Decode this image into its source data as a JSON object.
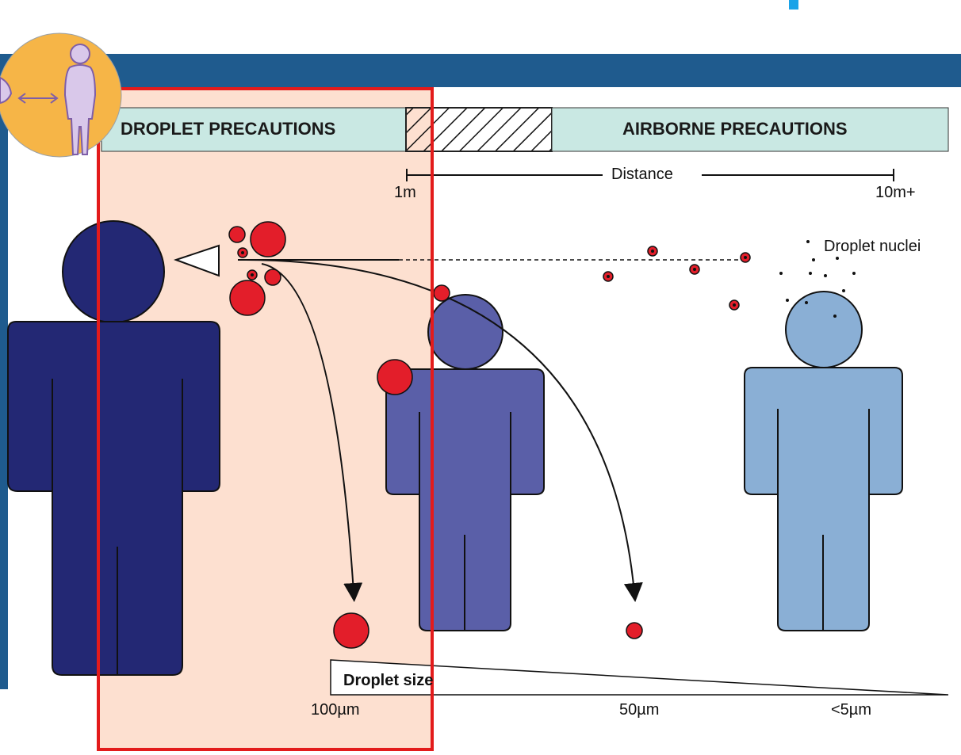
{
  "precaution_bar": {
    "droplet_label": "DROPLET PRECAUTIONS",
    "airborne_label": "AIRBORNE PRECAUTIONS"
  },
  "distance_scale": {
    "label": "Distance",
    "start": "1m",
    "end": "10m+"
  },
  "droplet_nuclei_label": "Droplet nuclei",
  "droplet_size_scale": {
    "title": "Droplet size",
    "large": "100µm",
    "medium": "50µm",
    "small": "<5µm"
  },
  "colors": {
    "top_band": "#1f5b8e",
    "precaution_bar_fill": "#c9e8e3",
    "highlight_fill": "#fde0d0",
    "highlight_border": "#e31b1b",
    "person_source": "#232874",
    "person_near": "#5a5fa8",
    "person_far": "#8aafd5",
    "droplet": "#e31e2a",
    "badge": "#f6b547",
    "badge_person": "#d9c8ea"
  },
  "icons": [
    "distance-badge-icon",
    "person-icon",
    "droplet-icon"
  ]
}
